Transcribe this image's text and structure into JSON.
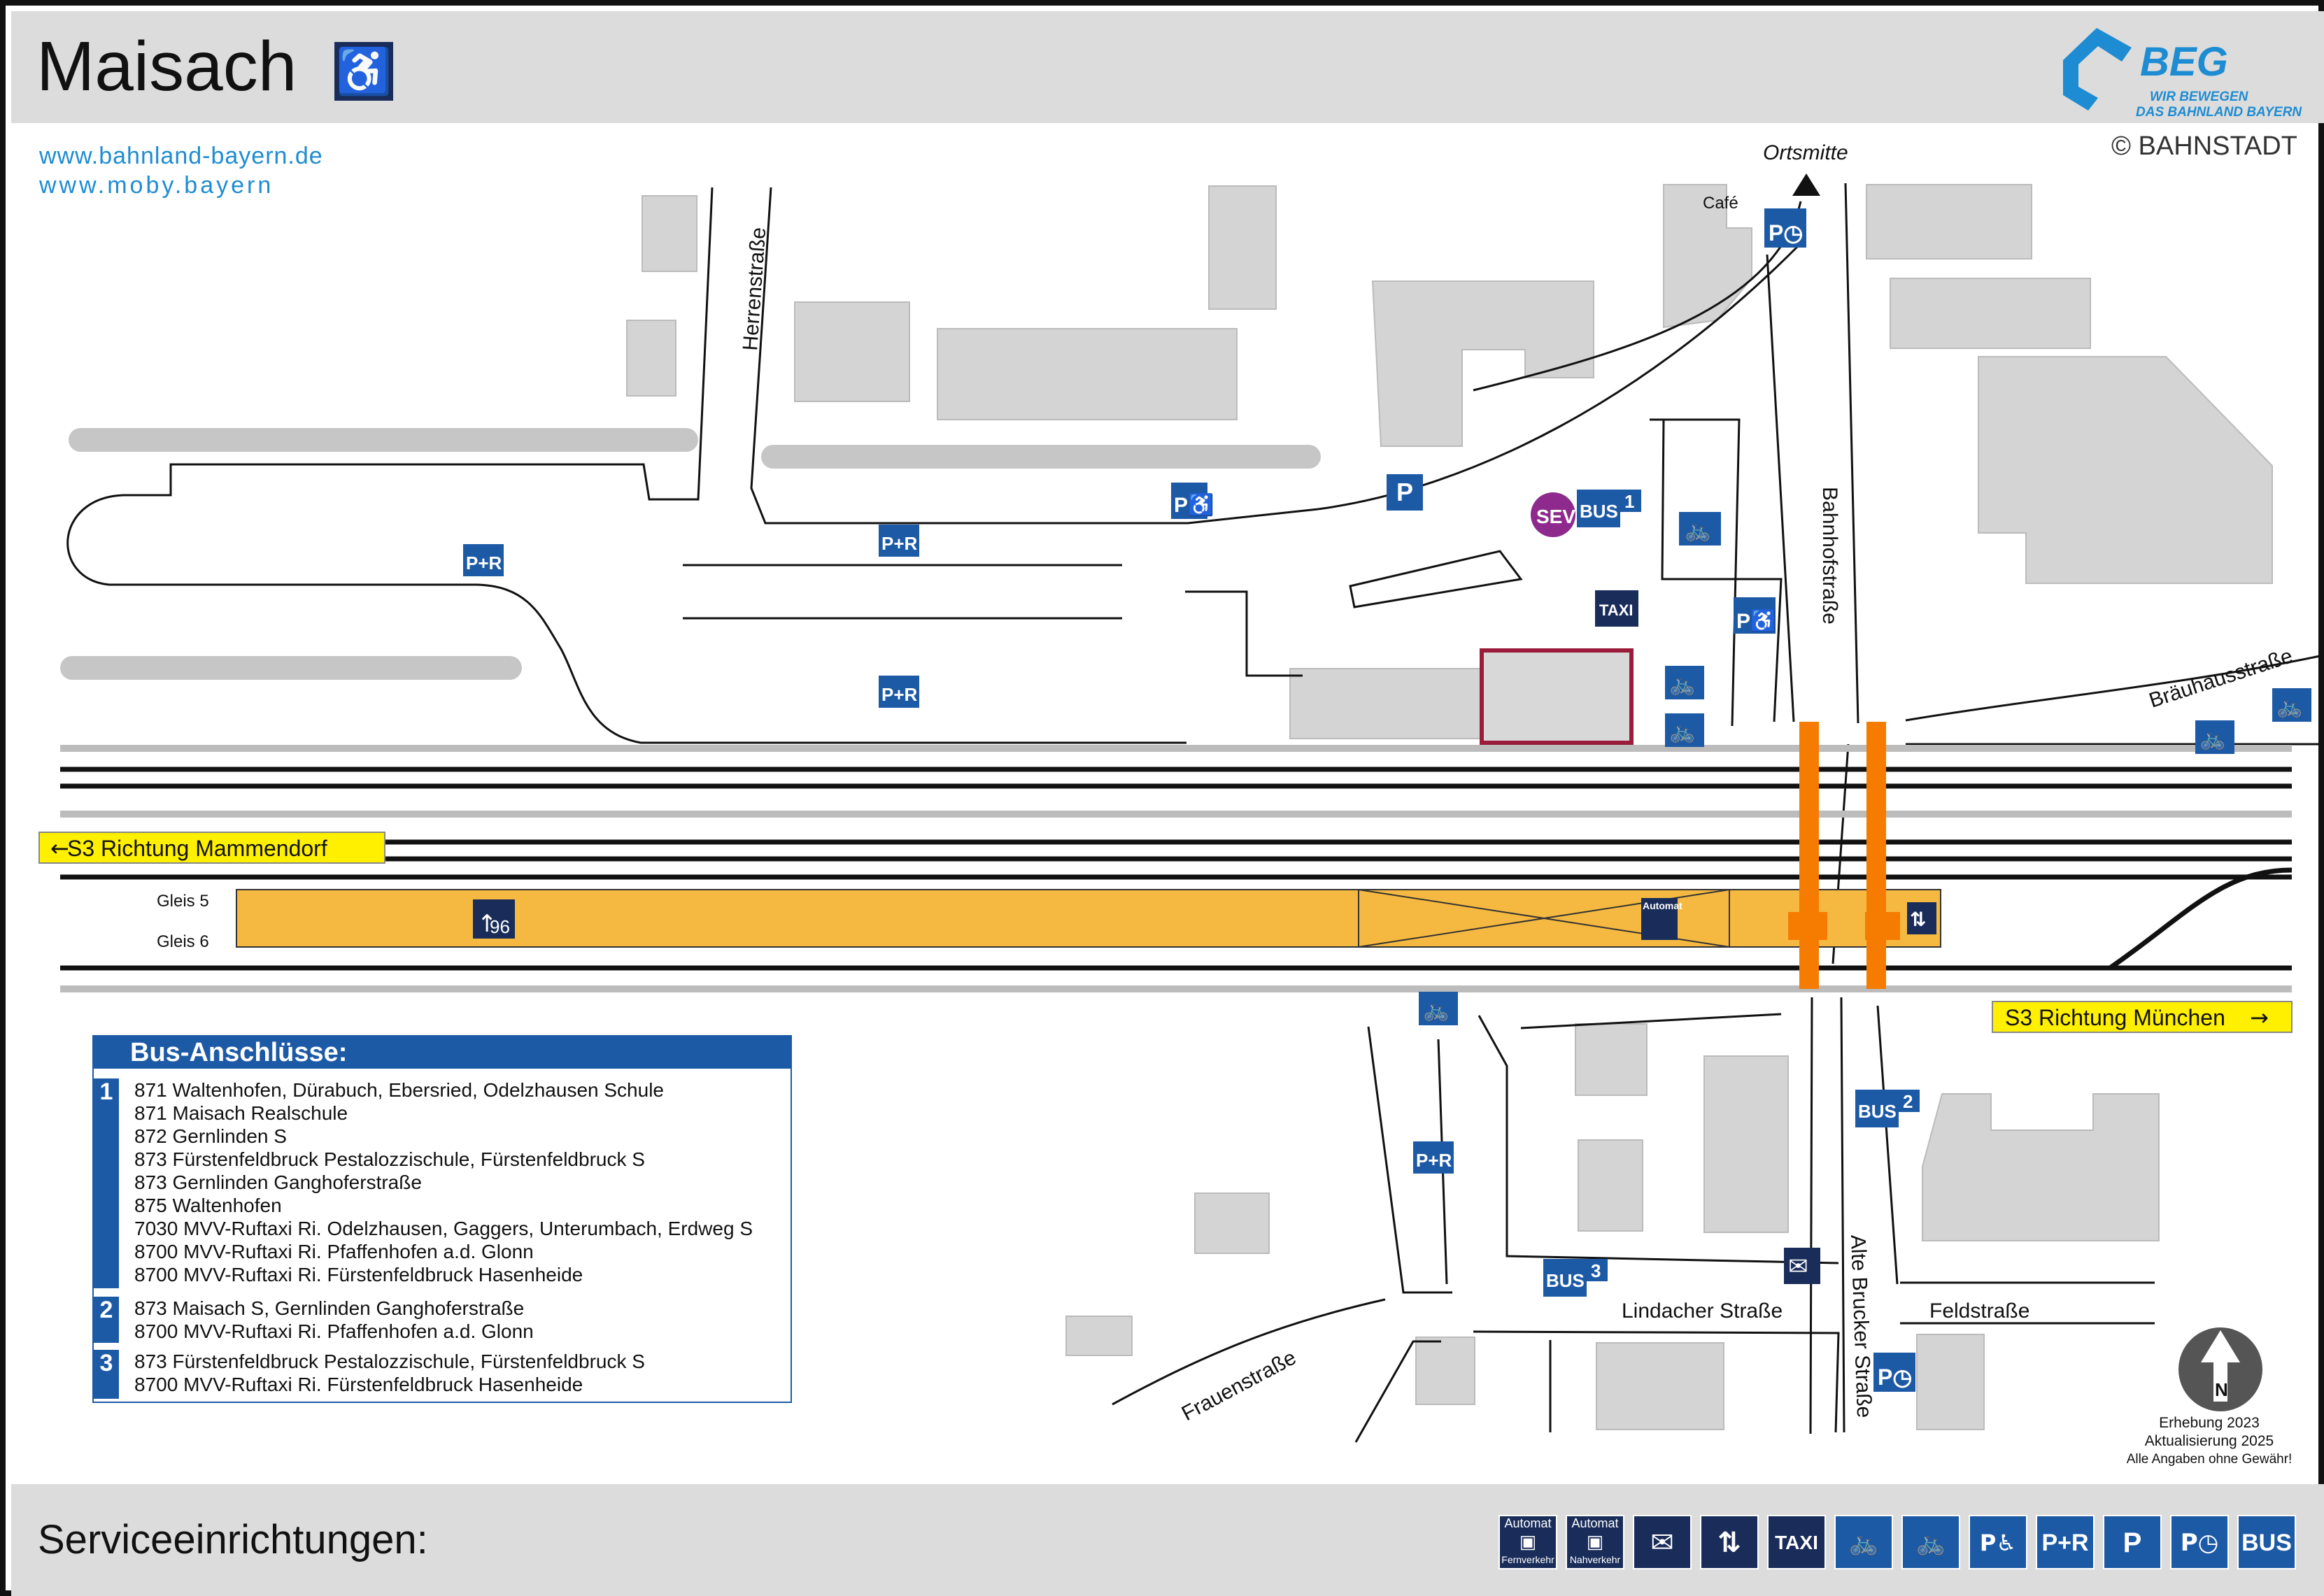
{
  "header": {
    "title": "Maisach",
    "wheelchair_icon": "wheelchair-icon",
    "logo": {
      "name": "BEG",
      "tagline_1": "WIR BEWEGEN",
      "tagline_2": "DAS BAHNLAND BAYERN"
    }
  },
  "links": [
    "www.bahnland-bayern.de",
    "www.moby.bayern"
  ],
  "copyright": "© BAHNSTADT",
  "map": {
    "streets": {
      "herrenstrasse": "Herrenstraße",
      "bahnhofstrasse": "Bahnhofstraße",
      "braeuhausstrasse": "Bräuhausstraße",
      "alte_brucker_strasse": "Alte Brucker Straße",
      "lindacher_strasse": "Lindacher Straße",
      "feldstrasse": "Feldstraße",
      "frauenstrasse": "Frauenstraße"
    },
    "places": {
      "ortsmitte": "Ortsmitte",
      "cafe": "Café"
    },
    "direction_west": "S3 Richtung Mammendorf",
    "direction_east": "S3 Richtung München",
    "tracks": {
      "gleis_5": "Gleis 5",
      "gleis_6": "Gleis 6"
    },
    "platform_height": "96",
    "automat": "Automat",
    "labels": {
      "pr": "P+R",
      "p": "P",
      "bus": "BUS",
      "taxi": "TAXI",
      "sev": "SEV",
      "bus_stop_1": "1",
      "bus_stop_2": "2",
      "bus_stop_3": "3"
    },
    "colors": {
      "platform": "#f5b942",
      "stairs": "#f57c00",
      "buildings": "#d4d4d4",
      "icon_blue": "#1d5aa6",
      "icon_navy": "#1a2d5a",
      "station_outline": "#9b1b3a",
      "sev": "#8e2a8e"
    }
  },
  "bus_connections": {
    "title": "Bus-Anschlüsse:",
    "groups": [
      {
        "stop": "1",
        "lines": [
          "871 Waltenhofen, Dürabuch, Ebersried, Odelzhausen Schule",
          "871 Maisach Realschule",
          "872 Gernlinden S",
          "873 Fürstenfeldbruck Pestalozzischule, Fürstenfeldbruck S",
          "873 Gernlinden Ganghoferstraße",
          "875 Waltenhofen",
          "7030 MVV-Ruftaxi Ri. Odelzhausen, Gaggers, Unterumbach, Erdweg S",
          "8700 MVV-Ruftaxi Ri. Pfaffenhofen a.d. Glonn",
          "8700 MVV-Ruftaxi Ri. Fürstenfeldbruck Hasenheide"
        ]
      },
      {
        "stop": "2",
        "lines": [
          "873 Maisach S, Gernlinden Ganghoferstraße",
          "8700 MVV-Ruftaxi Ri. Pfaffenhofen a.d. Glonn"
        ]
      },
      {
        "stop": "3",
        "lines": [
          "873 Fürstenfeldbruck Pestalozzischule, Fürstenfeldbruck S",
          "8700 MVV-Ruftaxi Ri. Fürstenfeldbruck Hasenheide"
        ]
      }
    ]
  },
  "survey": {
    "line_1": "Erhebung 2023",
    "line_2": "Aktualisierung 2025",
    "line_3": "Alle Angaben ohne Gewähr!",
    "north": "N"
  },
  "footer": {
    "title": "Serviceeinrichtungen:",
    "icons": [
      {
        "name": "ticket-machine-long-distance-icon",
        "top": "Automat",
        "bottom": "Fernverkehr"
      },
      {
        "name": "ticket-machine-local-icon",
        "top": "Automat",
        "bottom": "Nahverkehr"
      },
      {
        "name": "mailbox-icon",
        "label": "✉"
      },
      {
        "name": "elevator-icon",
        "label": "⇅"
      },
      {
        "name": "taxi-icon",
        "label": "TAXI"
      },
      {
        "name": "bike-parking-covered-icon",
        "label": "🚲"
      },
      {
        "name": "bike-parking-icon",
        "label": "🚲"
      },
      {
        "name": "disabled-parking-icon",
        "label": "P♿"
      },
      {
        "name": "park-and-ride-icon",
        "label": "P+R"
      },
      {
        "name": "parking-icon",
        "label": "P"
      },
      {
        "name": "short-term-parking-icon",
        "label": "P◷"
      },
      {
        "name": "bus-icon",
        "label": "BUS"
      }
    ]
  }
}
